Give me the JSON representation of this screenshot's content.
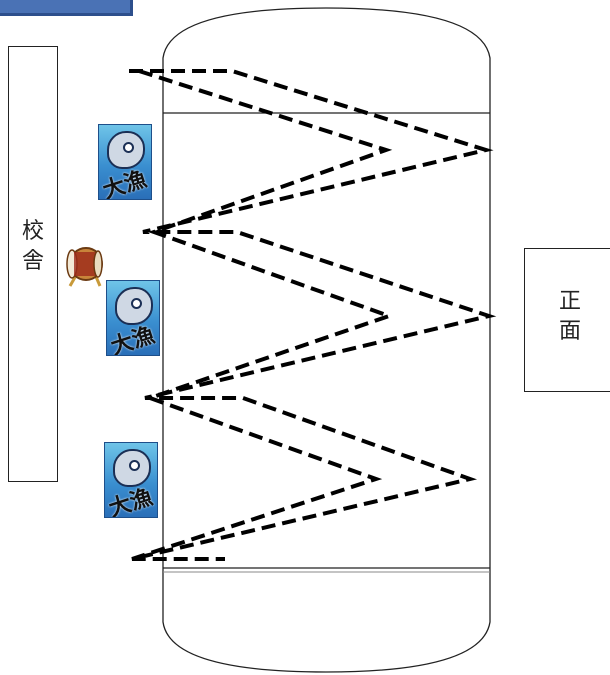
{
  "labels": {
    "school_building": [
      "校",
      "舎"
    ],
    "front": [
      "正",
      "面"
    ]
  },
  "flags": [
    {
      "text": "大漁"
    },
    {
      "text": "大漁"
    },
    {
      "text": "大漁"
    }
  ],
  "icons": {
    "drum": "taiko-drum-icon",
    "flag": "tairyo-flag-icon"
  },
  "colors": {
    "outline": "#222222",
    "track": "#000000",
    "corner_tab": "#4a72b5",
    "flag_blue": "#3a8fd0"
  }
}
